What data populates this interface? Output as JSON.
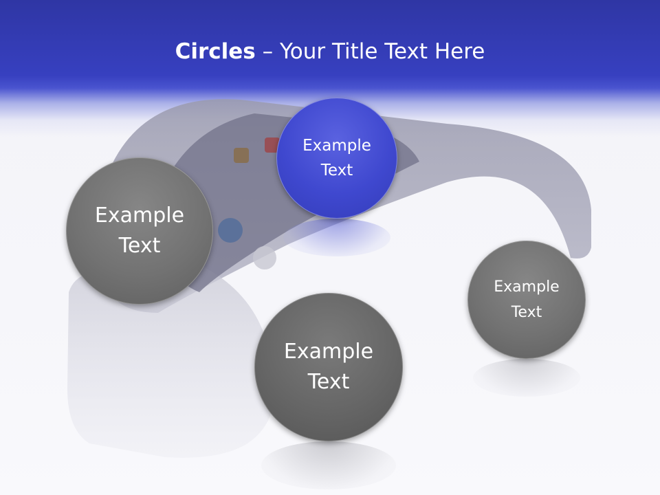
{
  "slide": {
    "title_bold": "Circles",
    "title_rest": " – Your Title Text Here"
  },
  "circles": [
    {
      "label_line1": "Example",
      "label_line2": "Text"
    },
    {
      "label_line1": "Example",
      "label_line2": "Text"
    },
    {
      "label_line1": "Example",
      "label_line2": "Text"
    },
    {
      "label_line1": "Example",
      "label_line2": "Text"
    }
  ],
  "colors": {
    "header": "#3740c0",
    "circle_gray": "#727272",
    "circle_dark": "#666666",
    "circle_blue": "#3f48cf",
    "background": "#f3f3f8"
  }
}
